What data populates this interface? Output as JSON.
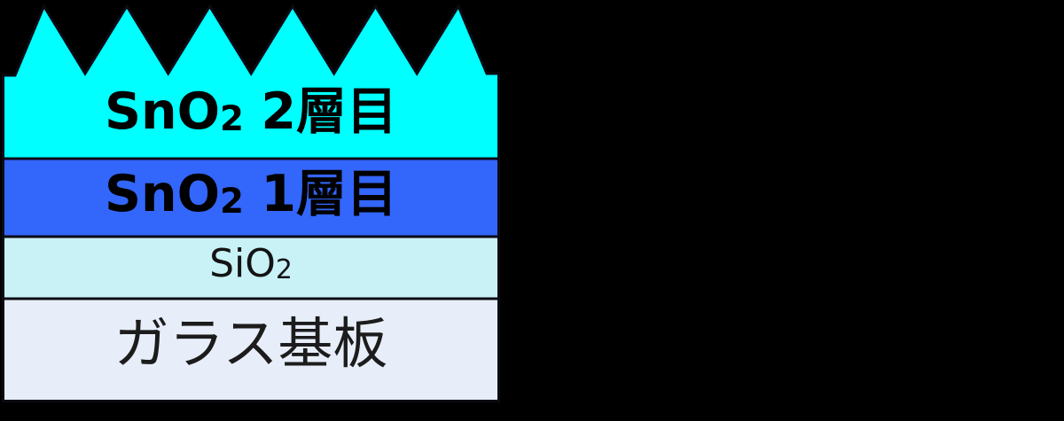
{
  "canvas": {
    "background": "#000000"
  },
  "diagram": {
    "kind": "thin-film-layer-stack",
    "border_color": "#0b0b14",
    "layers": [
      {
        "id": "sno2-layer-2",
        "fill": "#00FFFF",
        "top_edge": "sawtooth",
        "label": {
          "formula": "SnO",
          "sub": "2",
          "suffix": "2層目"
        }
      },
      {
        "id": "sno2-layer-1",
        "fill": "#3366FB",
        "label": {
          "formula": "SnO",
          "sub": "2",
          "suffix": "1層目"
        }
      },
      {
        "id": "sio2-layer",
        "fill": "#C9F2F7",
        "label": {
          "formula": "SiO",
          "sub": "2"
        }
      },
      {
        "id": "glass-substrate",
        "fill": "#E7EEF9",
        "label": {
          "text": "ガラス基板"
        }
      }
    ]
  }
}
